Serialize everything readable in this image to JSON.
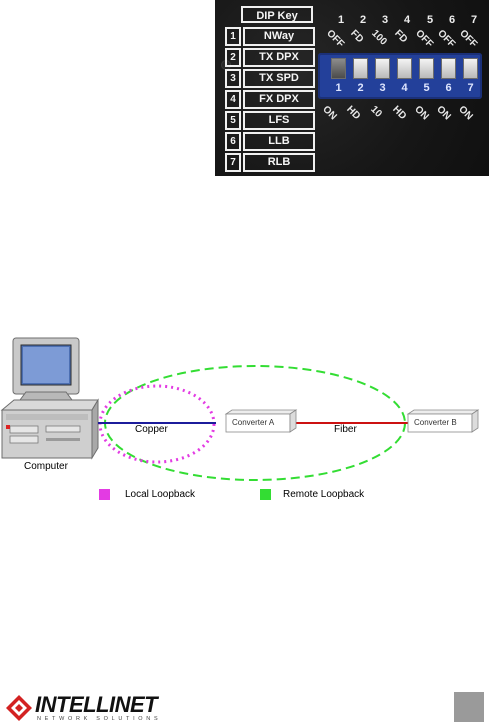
{
  "dip_photo": {
    "key_title": "DIP Key",
    "key_rows": [
      {
        "num": "1",
        "name": "NWay"
      },
      {
        "num": "2",
        "name": "TX DPX"
      },
      {
        "num": "3",
        "name": "TX SPD"
      },
      {
        "num": "4",
        "name": "FX DPX"
      },
      {
        "num": "5",
        "name": "LFS"
      },
      {
        "num": "6",
        "name": "LLB"
      },
      {
        "num": "7",
        "name": "RLB"
      }
    ],
    "columns": [
      {
        "num": "1",
        "top": "OFF",
        "bottom": "ON"
      },
      {
        "num": "2",
        "top": "FD",
        "bottom": "HD"
      },
      {
        "num": "3",
        "top": "100",
        "bottom": "10"
      },
      {
        "num": "4",
        "top": "FD",
        "bottom": "HD"
      },
      {
        "num": "5",
        "top": "OFF",
        "bottom": "ON"
      },
      {
        "num": "6",
        "top": "OFF",
        "bottom": "ON"
      },
      {
        "num": "7",
        "top": "OFF",
        "bottom": "ON"
      }
    ],
    "switch_labels": [
      "1",
      "2",
      "3",
      "4",
      "5",
      "6",
      "7"
    ]
  },
  "diagram": {
    "computer_label": "Computer",
    "copper_label": "Copper",
    "fiber_label": "Fiber",
    "converter_a": "Converter A",
    "converter_b": "Converter B",
    "legend": [
      {
        "label": "Local Loopback",
        "color": "#e33be3"
      },
      {
        "label": "Remote Loopback",
        "color": "#33dd33"
      }
    ],
    "colors": {
      "copper_line": "#1c1c9c",
      "fiber_line": "#cc1111",
      "local_loop": "#e33be3",
      "remote_loop": "#33dd33"
    }
  },
  "footer": {
    "logo": "INTELLINET",
    "logo_sub": "NETWORK SOLUTIONS"
  }
}
